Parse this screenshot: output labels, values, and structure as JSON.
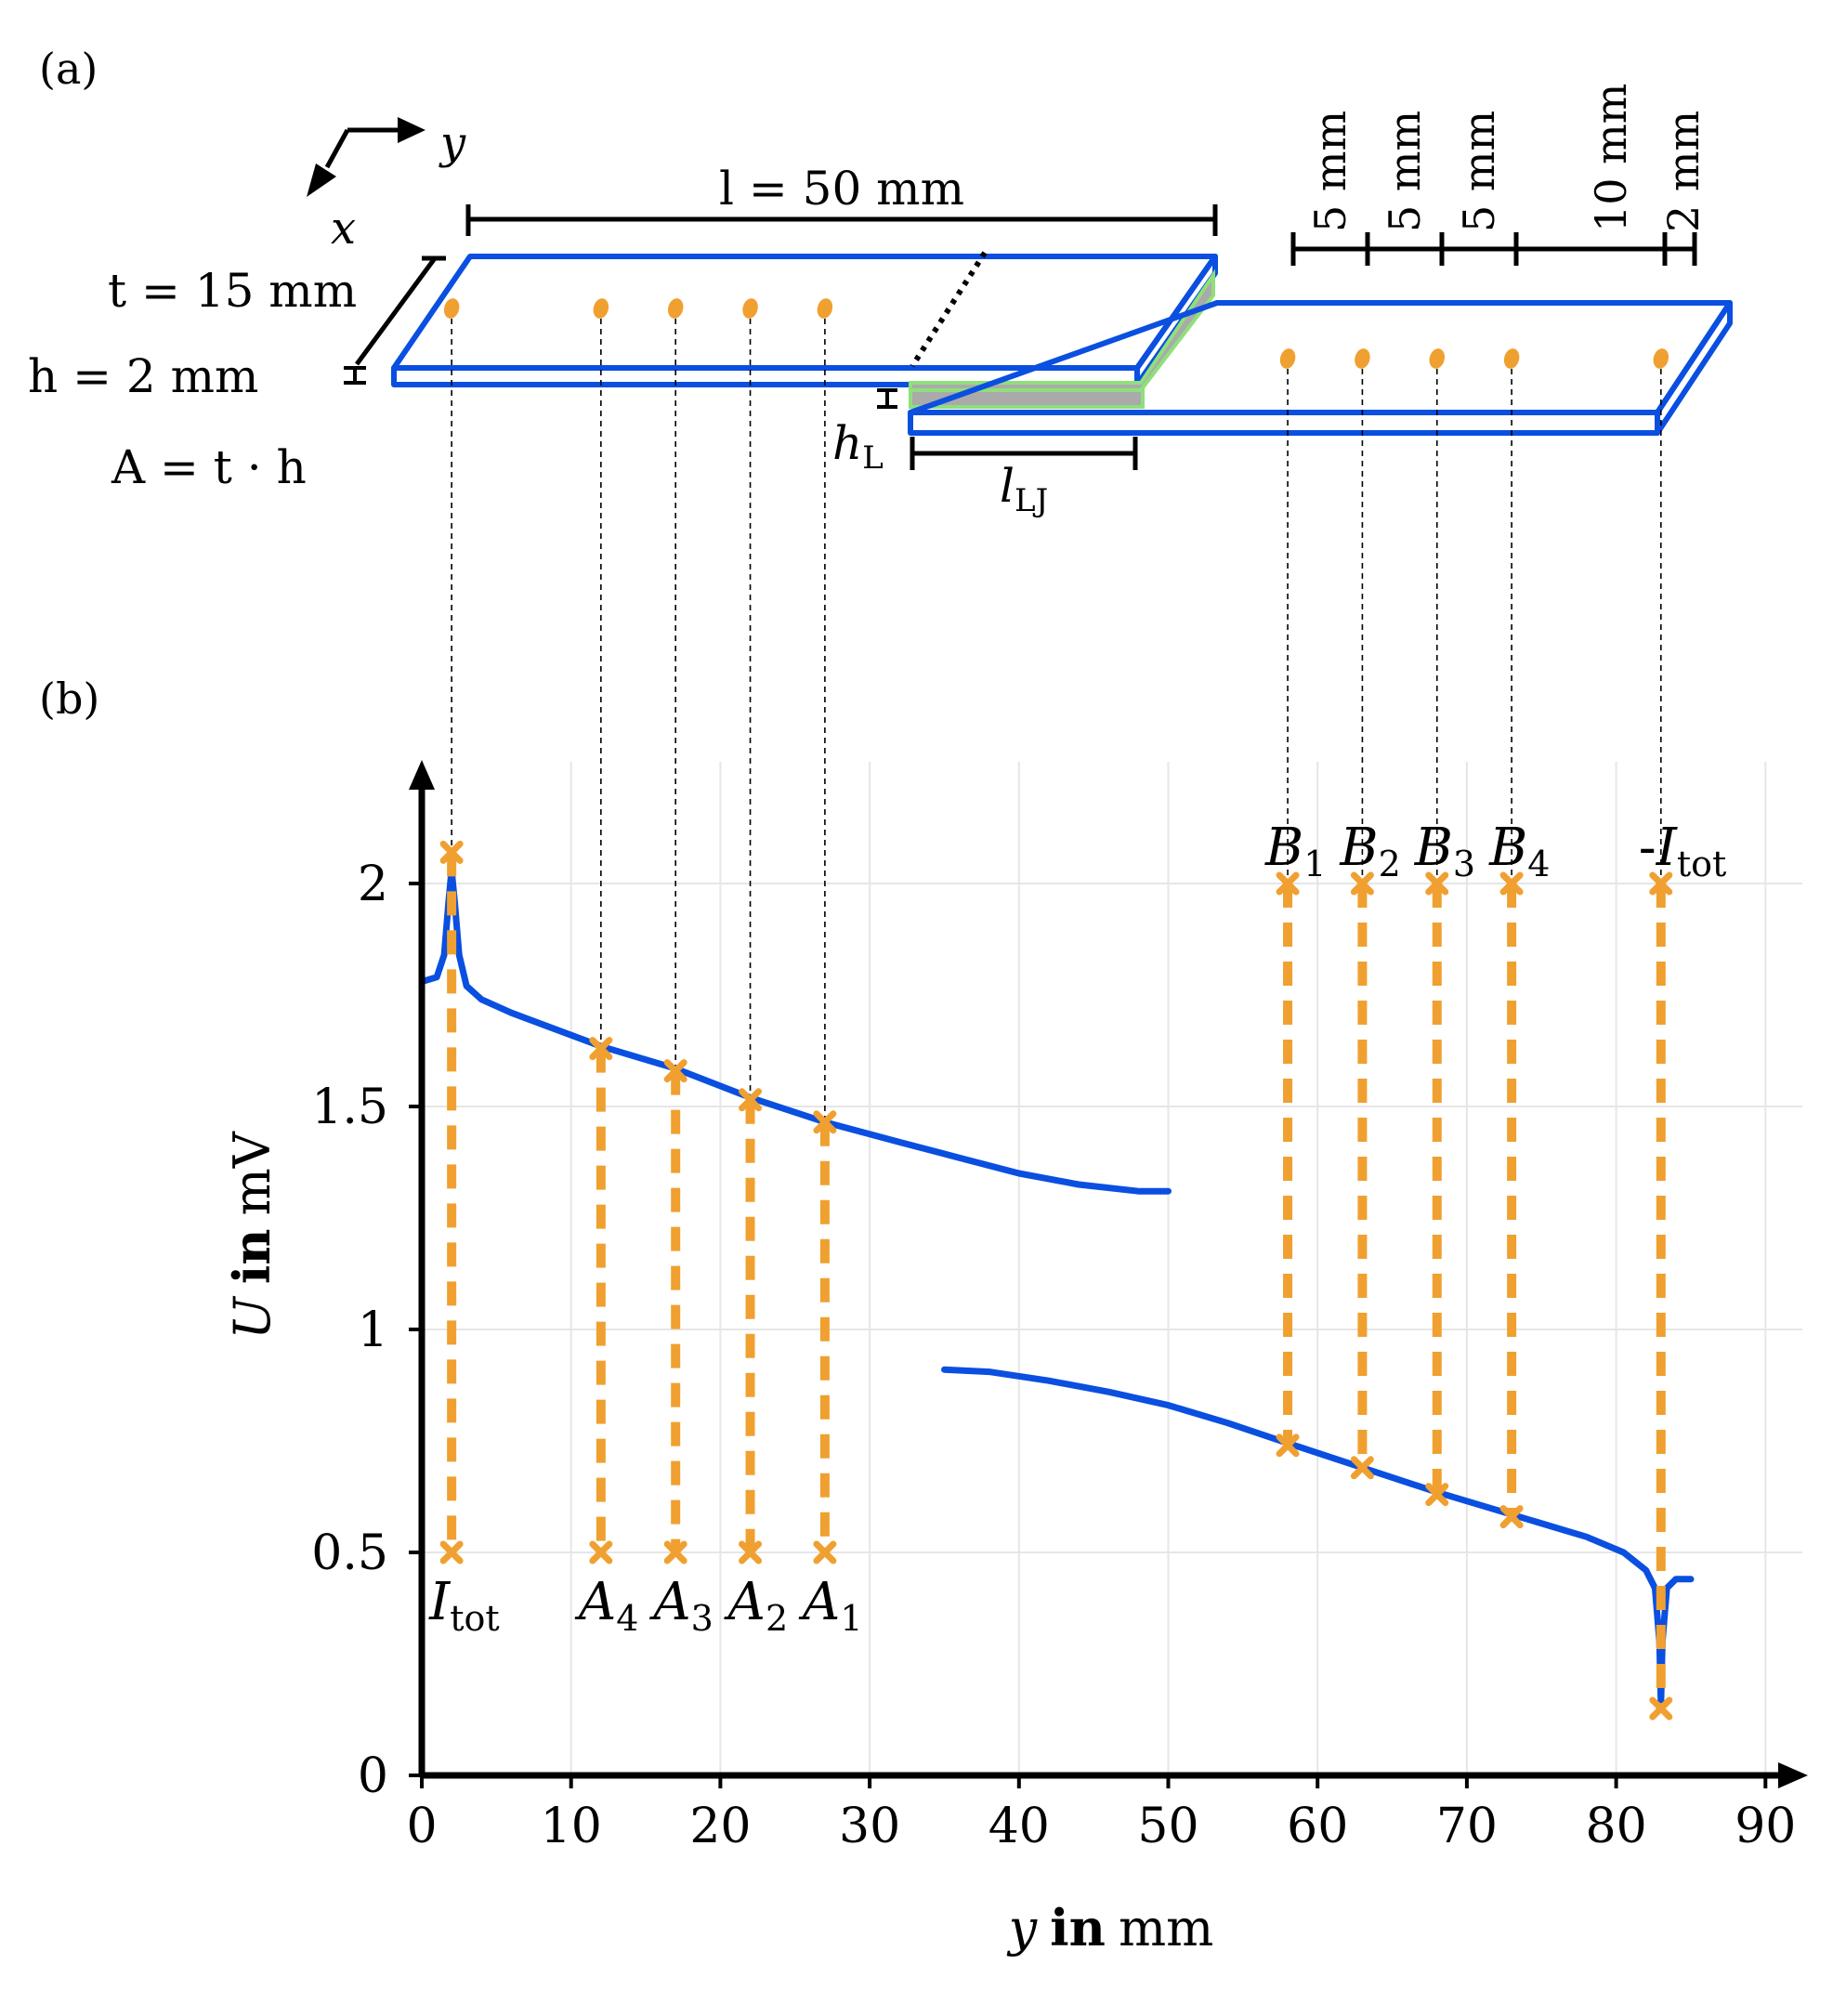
{
  "panel_labels": {
    "a": "(a)",
    "b": "(b)"
  },
  "colors": {
    "plate": "#0a4fe0",
    "curve": "#0a4fe0",
    "probe": "#f0a030",
    "adhesive_fill": "#aaaaaa",
    "adhesive_edge": "#8fe07a",
    "grid": "#e6e6e6",
    "axis": "#000000"
  },
  "schematic": {
    "axes": {
      "y": "y",
      "x": "x"
    },
    "labels": {
      "length": "l = 50 mm",
      "width": "t = 15 mm",
      "thickness": "h = 2 mm",
      "area": "A = t · h",
      "adhesive_thickness_sym": "h",
      "adhesive_thickness_sub": "L",
      "lap_length_sym": "l",
      "lap_length_sub": "LJ"
    },
    "spacing_labels": [
      "5 mm",
      "5 mm",
      "5 mm",
      "10 mm",
      "2 mm"
    ]
  },
  "chart_data": {
    "type": "line",
    "title": "",
    "xlabel_sym": "y",
    "xlabel_bold": "in",
    "xlabel_unit": "mm",
    "ylabel_sym": "U",
    "ylabel_bold": "in",
    "ylabel_unit": "mV",
    "xlim": [
      0,
      92
    ],
    "ylim": [
      0,
      2.3
    ],
    "grid": true,
    "x_ticks": [
      0,
      10,
      20,
      30,
      40,
      50,
      60,
      70,
      80,
      90
    ],
    "y_ticks": [
      0,
      0.5,
      1,
      1.5,
      2
    ],
    "y_tick_labels": [
      "0",
      "0.5",
      "1",
      "1.5",
      "2"
    ],
    "series": [
      {
        "segment": "left plate",
        "points": [
          [
            0,
            1.78
          ],
          [
            1.0,
            1.79
          ],
          [
            1.5,
            1.84
          ],
          [
            1.8,
            1.96
          ],
          [
            2.0,
            2.03
          ],
          [
            2.2,
            1.96
          ],
          [
            2.5,
            1.84
          ],
          [
            3.0,
            1.77
          ],
          [
            4.0,
            1.74
          ],
          [
            6,
            1.71
          ],
          [
            10,
            1.66
          ],
          [
            12,
            1.635
          ],
          [
            17,
            1.585
          ],
          [
            22,
            1.52
          ],
          [
            27,
            1.465
          ],
          [
            32,
            1.42
          ],
          [
            36,
            1.385
          ],
          [
            40,
            1.35
          ],
          [
            44,
            1.325
          ],
          [
            48,
            1.31
          ],
          [
            50,
            1.31
          ]
        ]
      },
      {
        "segment": "right plate",
        "points": [
          [
            35,
            0.91
          ],
          [
            38,
            0.905
          ],
          [
            42,
            0.885
          ],
          [
            46,
            0.86
          ],
          [
            50,
            0.83
          ],
          [
            54,
            0.79
          ],
          [
            58,
            0.745
          ],
          [
            63,
            0.69
          ],
          [
            68,
            0.635
          ],
          [
            73,
            0.585
          ],
          [
            78,
            0.535
          ],
          [
            80.5,
            0.5
          ],
          [
            82.0,
            0.46
          ],
          [
            82.6,
            0.42
          ],
          [
            82.9,
            0.3
          ],
          [
            83.0,
            0.16
          ],
          [
            83.1,
            0.3
          ],
          [
            83.4,
            0.42
          ],
          [
            84,
            0.44
          ],
          [
            85,
            0.44
          ]
        ]
      }
    ],
    "probes": [
      {
        "name": "I",
        "sub": "tot",
        "prefix": "",
        "x": 2,
        "y_top": 2.07,
        "y_bottom": 0.5,
        "label_side": "bottom"
      },
      {
        "name": "A",
        "sub": "4",
        "prefix": "",
        "x": 12,
        "y_top": 1.63,
        "y_bottom": 0.5,
        "label_side": "bottom"
      },
      {
        "name": "A",
        "sub": "3",
        "prefix": "",
        "x": 17,
        "y_top": 1.58,
        "y_bottom": 0.5,
        "label_side": "bottom"
      },
      {
        "name": "A",
        "sub": "2",
        "prefix": "",
        "x": 22,
        "y_top": 1.515,
        "y_bottom": 0.5,
        "label_side": "bottom"
      },
      {
        "name": "A",
        "sub": "1",
        "prefix": "",
        "x": 27,
        "y_top": 1.465,
        "y_bottom": 0.5,
        "label_side": "bottom"
      },
      {
        "name": "B",
        "sub": "1",
        "prefix": "",
        "x": 58,
        "y_top": 2.0,
        "y_bottom": 0.74,
        "label_side": "top"
      },
      {
        "name": "B",
        "sub": "2",
        "prefix": "",
        "x": 63,
        "y_top": 2.0,
        "y_bottom": 0.69,
        "label_side": "top"
      },
      {
        "name": "B",
        "sub": "3",
        "prefix": "",
        "x": 68,
        "y_top": 2.0,
        "y_bottom": 0.63,
        "label_side": "top"
      },
      {
        "name": "B",
        "sub": "4",
        "prefix": "",
        "x": 73,
        "y_top": 2.0,
        "y_bottom": 0.58,
        "label_side": "top"
      },
      {
        "name": "I",
        "sub": "tot",
        "prefix": "-",
        "x": 83,
        "y_top": 2.0,
        "y_bottom": 0.15,
        "label_side": "top"
      }
    ]
  }
}
